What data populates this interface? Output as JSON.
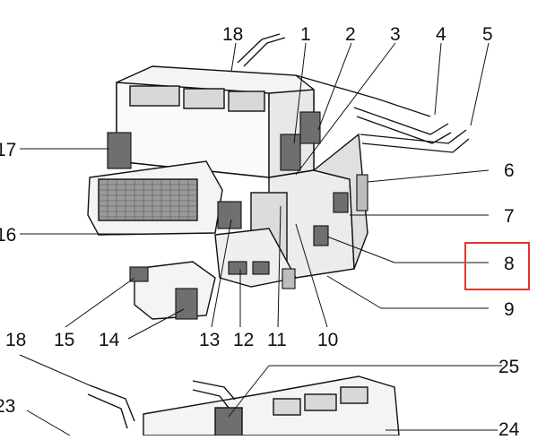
{
  "callouts": {
    "c18_top": "18",
    "c1": "1",
    "c2": "2",
    "c3": "3",
    "c4": "4",
    "c5": "5",
    "c17": "17",
    "c6_right": "6",
    "c16": "16",
    "c7_right": "7",
    "c8": "8",
    "c9": "9",
    "c15": "15",
    "c14": "14",
    "c13": "13",
    "c12": "12",
    "c11": "11",
    "c10": "10",
    "c18_bottom": "18",
    "c25": "25",
    "c23": "23",
    "c24": "24"
  },
  "highlight": {
    "target": "8",
    "color": "#e0362c"
  },
  "colors": {
    "line": "#111111",
    "body_fill": "#f4f4f4",
    "dark_part": "#6f6f6f",
    "mid_part": "#bdbdbd"
  }
}
